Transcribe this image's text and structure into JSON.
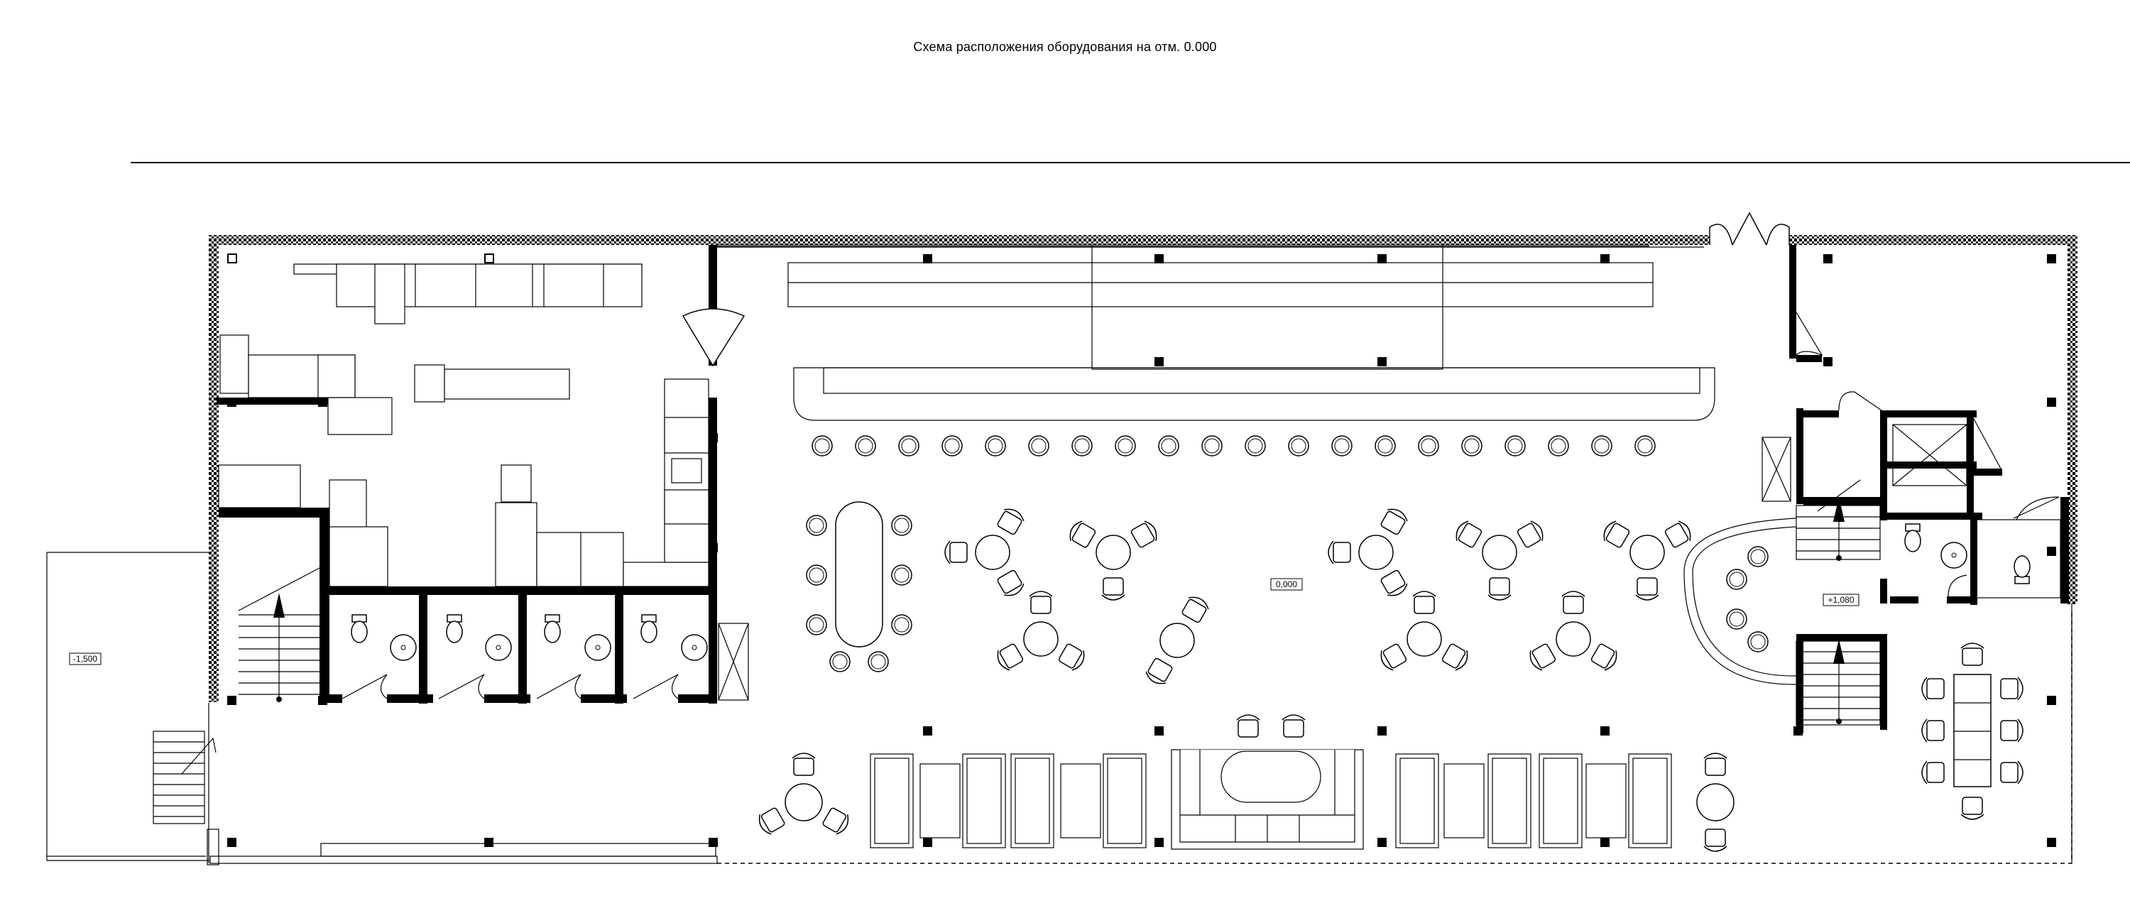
{
  "title": "Схема расположения оборудования на отм. 0.000",
  "level_marks": {
    "main_hall": "0,000",
    "outside_left": "-1,500",
    "right_platform": "+1,080"
  },
  "colors": {
    "line": "#000000",
    "background": "#ffffff"
  },
  "icons": [
    "column-icon",
    "toilet-icon",
    "sink-icon",
    "chair-icon",
    "stool-icon",
    "door-swing-icon",
    "stair-arrow-icon"
  ]
}
